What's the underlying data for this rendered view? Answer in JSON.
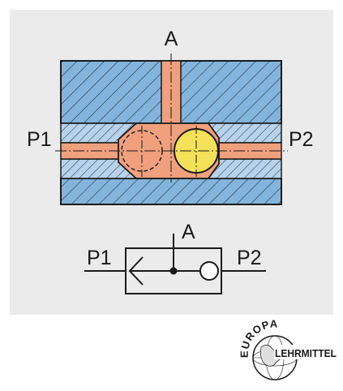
{
  "labels": {
    "port_a": "A",
    "port_p1": "P1",
    "port_p2": "P2",
    "symbol_a": "A",
    "symbol_p1": "P1",
    "symbol_p2": "P2"
  },
  "colors": {
    "panel": "#ebebeb",
    "body_blue": "#82b4dc",
    "seat_blue": "#b7d2ea",
    "channel_orange": "#f0a07c",
    "ball_yellow": "#f5e05a",
    "line": "#1a1a1a"
  },
  "logo": {
    "top_text": "EUROPA",
    "right_text": "LEHRMITTEL"
  }
}
